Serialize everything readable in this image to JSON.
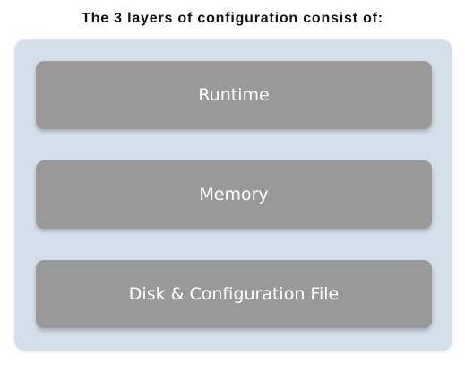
{
  "title": "The 3 layers of configuration consist of:",
  "layers": [
    {
      "label": "Runtime"
    },
    {
      "label": "Memory"
    },
    {
      "label": "Disk & Configuration File"
    }
  ],
  "colors": {
    "panel": "#d5dfea",
    "layer": "#999999",
    "layer_text": "#ffffff",
    "title_text": "#111111"
  }
}
